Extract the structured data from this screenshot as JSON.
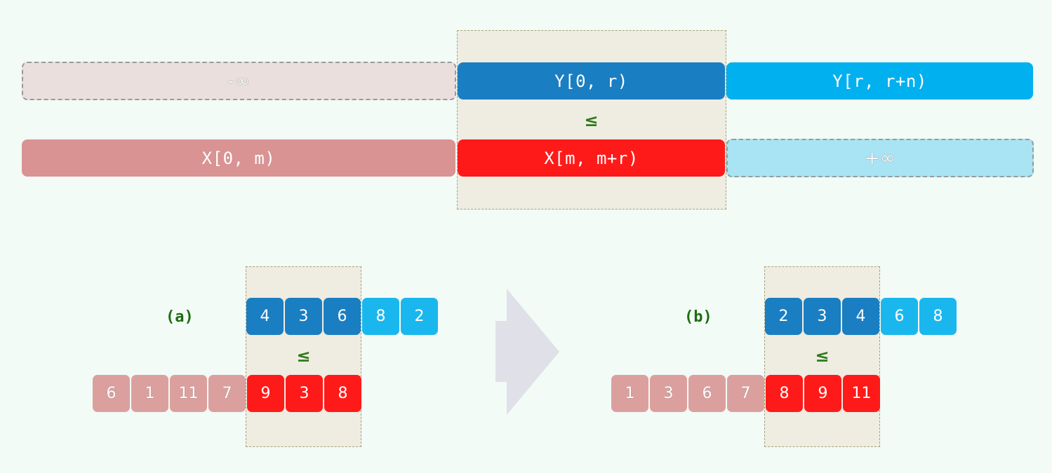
{
  "colors": {
    "background": "#f2fbf6",
    "highlight_fill": "#efece2",
    "highlight_border": "#a8a37d",
    "x_prefix": "#d99393",
    "x_middle": "#ff1a1a",
    "y_prefix": "#1a7ec2",
    "y_suffix": "#00b0ef",
    "neg_inf_fill": "#eadfdc",
    "pos_inf_fill": "#a8e4f3",
    "label_green": "#1f6b10",
    "arrow": "#dfe0e8"
  },
  "top": {
    "row_y": [
      {
        "label": "-∞",
        "kind": "neg-inf"
      },
      {
        "label": "Y[0, r)",
        "kind": "y-prefix"
      },
      {
        "label": "Y[r, r+n)",
        "kind": "y-suffix"
      }
    ],
    "relation": "≤",
    "row_x": [
      {
        "label": "X[0, m)",
        "kind": "x-prefix"
      },
      {
        "label": "X[m, m+r)",
        "kind": "x-middle"
      },
      {
        "label": "+∞",
        "kind": "pos-inf"
      }
    ]
  },
  "example_a": {
    "label": "(a)",
    "y_values": [
      "4",
      "3",
      "6",
      "8",
      "2"
    ],
    "y_prefix_count": 3,
    "relation": "≤",
    "x_values": [
      "6",
      "1",
      "11",
      "7",
      "9",
      "3",
      "8"
    ],
    "x_prefix_count": 4
  },
  "arrow": {
    "icon": "right-arrow-icon"
  },
  "example_b": {
    "label": "(b)",
    "y_values": [
      "2",
      "3",
      "4",
      "6",
      "8"
    ],
    "y_prefix_count": 3,
    "relation": "≤",
    "x_values": [
      "1",
      "3",
      "6",
      "7",
      "8",
      "9",
      "11"
    ],
    "x_prefix_count": 4
  }
}
